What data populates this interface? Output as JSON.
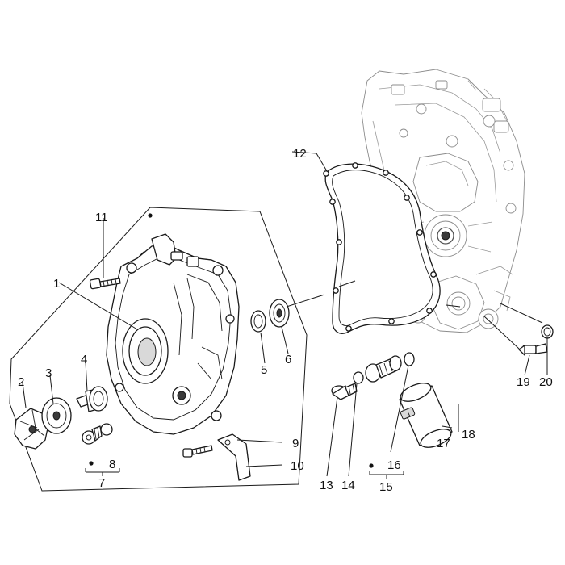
{
  "callouts": [
    {
      "id": "1",
      "text": "1"
    },
    {
      "id": "2",
      "text": "2"
    },
    {
      "id": "3",
      "text": "3"
    },
    {
      "id": "4",
      "text": "4"
    },
    {
      "id": "5",
      "text": "5"
    },
    {
      "id": "6",
      "text": "6"
    },
    {
      "id": "7",
      "text": "7"
    },
    {
      "id": "8",
      "text": "8"
    },
    {
      "id": "9",
      "text": "9"
    },
    {
      "id": "10",
      "text": "10"
    },
    {
      "id": "11",
      "text": "11"
    },
    {
      "id": "12",
      "text": "12"
    },
    {
      "id": "13",
      "text": "13"
    },
    {
      "id": "14",
      "text": "14"
    },
    {
      "id": "15",
      "text": "15"
    },
    {
      "id": "16",
      "text": "16"
    },
    {
      "id": "17",
      "text": "17"
    },
    {
      "id": "18",
      "text": "18"
    },
    {
      "id": "19",
      "text": "19"
    },
    {
      "id": "20",
      "text": "20"
    }
  ],
  "colors": {
    "line": "#1a1a1a",
    "ghost_line": "#8c8c8c",
    "background": "#ffffff"
  }
}
